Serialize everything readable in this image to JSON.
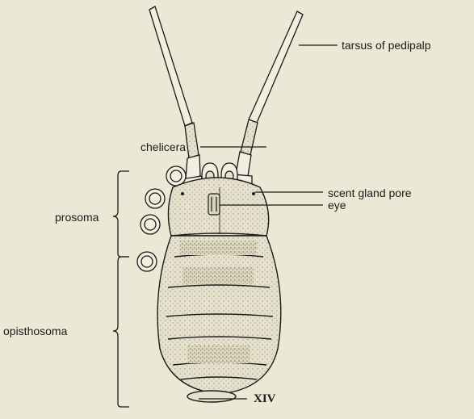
{
  "labels": {
    "tarsus": "tarsus of pedipalp",
    "chelicera": "chelicera",
    "scent_gland_pore": "scent gland pore",
    "eye": "eye",
    "prosoma": "prosoma",
    "opisthosoma": "opisthosoma",
    "segment": "XIV"
  },
  "colors": {
    "background": "#ece8d6",
    "ink": "#1a1a1a",
    "stipple": "#c9c2a6"
  }
}
